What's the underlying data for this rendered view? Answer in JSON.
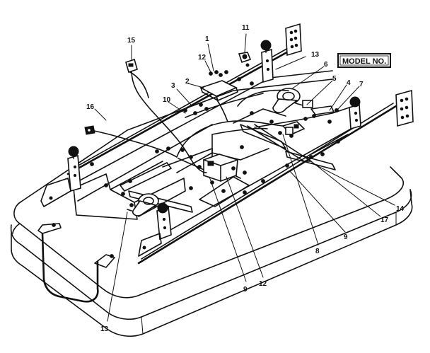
{
  "model_label": "MODEL NO.",
  "callouts": [
    {
      "id": "c1",
      "text": "1"
    },
    {
      "id": "c11",
      "text": "11"
    },
    {
      "id": "c15",
      "text": "15"
    },
    {
      "id": "c12a",
      "text": "12"
    },
    {
      "id": "c13a",
      "text": "13"
    },
    {
      "id": "c2",
      "text": "2"
    },
    {
      "id": "c3",
      "text": "3"
    },
    {
      "id": "c6a",
      "text": "6"
    },
    {
      "id": "c5",
      "text": "5"
    },
    {
      "id": "c4",
      "text": "4"
    },
    {
      "id": "c7",
      "text": "7"
    },
    {
      "id": "c10",
      "text": "10"
    },
    {
      "id": "c16",
      "text": "16"
    },
    {
      "id": "c14",
      "text": "14"
    },
    {
      "id": "c17",
      "text": "17"
    },
    {
      "id": "c9a",
      "text": "9"
    },
    {
      "id": "c8",
      "text": "8"
    },
    {
      "id": "c9b",
      "text": "9"
    },
    {
      "id": "c12b",
      "text": "12"
    },
    {
      "id": "c13b",
      "text": "13"
    }
  ]
}
